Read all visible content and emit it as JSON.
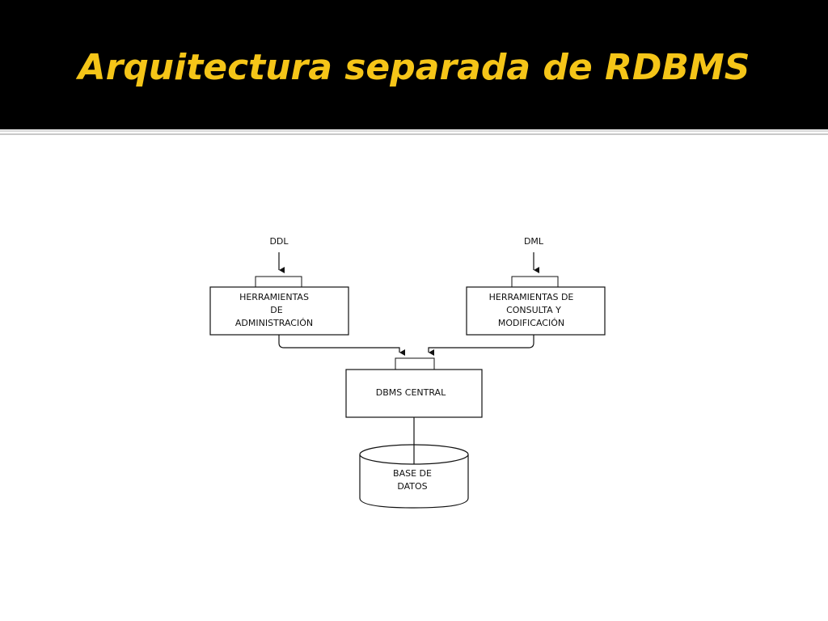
{
  "slide": {
    "title": "Arquitectura separada de RDBMS",
    "title_color": "#f5c518",
    "header_background": "#000000"
  },
  "diagram": {
    "inputs": {
      "ddl": "DDL",
      "dml": "DML"
    },
    "boxes": {
      "admin_tools": [
        "HERRAMIENTAS",
        "DE",
        "ADMINISTRACIÓN"
      ],
      "query_tools": [
        "HERRAMIENTAS DE",
        "CONSULTA Y",
        "MODIFICACIÓN"
      ],
      "dbms_central": "DBMS CENTRAL",
      "database": [
        "BASE DE",
        "DATOS"
      ]
    }
  }
}
